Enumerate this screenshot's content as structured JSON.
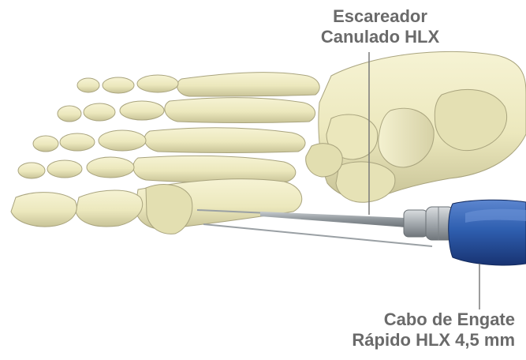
{
  "callouts": {
    "reamer": {
      "line1": "Escareador",
      "line2": "Canulado HLX"
    },
    "handle": {
      "line1": "Cabo de Engate",
      "line2": "Rápido HLX 4,5 mm"
    }
  },
  "colors": {
    "bone": "#ece8bd",
    "bone_shadow": "#c9c49a",
    "bone_outline": "#a9a47e",
    "shaft": "#9aa1a6",
    "handle_blue": "#2f5fb0",
    "handle_blue_dark": "#1e3f85",
    "label_text": "#6a6a6a",
    "leader_line": "#7a7a7a"
  }
}
